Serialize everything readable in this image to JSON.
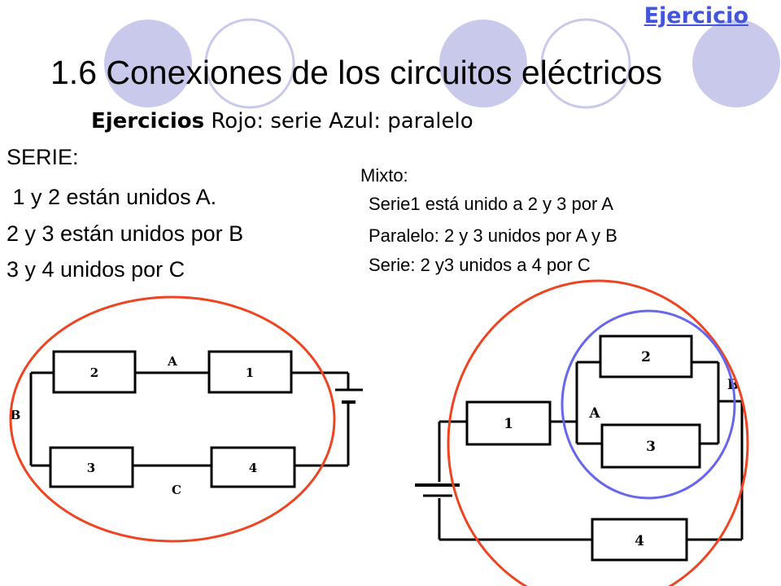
{
  "header": {
    "link_label": "Ejercicio",
    "title": "1.6 Conexiones de los circuitos eléctricos",
    "subtitle_bold": "Ejercicios",
    "subtitle_rest": " Rojo: serie Azul: paralelo"
  },
  "serie": {
    "heading": "SERIE:",
    "lines": [
      " 1 y 2 están unidos A.",
      "2 y 3 están unidos por B",
      "3 y 4 unidos por C"
    ]
  },
  "mixto": {
    "heading": "Mixto:",
    "lines": [
      "Serie1 está unido a 2 y 3 por A",
      "Paralelo: 2 y 3 unidos por A y B",
      "Serie: 2 y3 unidos a 4 por C"
    ]
  },
  "circuit_serie": {
    "resistors": [
      "2",
      "1",
      "3",
      "4"
    ],
    "nodes": [
      "A",
      "B",
      "C"
    ]
  },
  "circuit_mixto": {
    "resistors": [
      "2",
      "1",
      "3",
      "4"
    ],
    "nodes": [
      "A",
      "B"
    ]
  },
  "colors": {
    "serie": "#ee4422",
    "paralelo": "#6666ee",
    "deco_fill": "#c9c9ec",
    "deco_stroke": "#c9c9ec",
    "link": "#4455dd"
  }
}
